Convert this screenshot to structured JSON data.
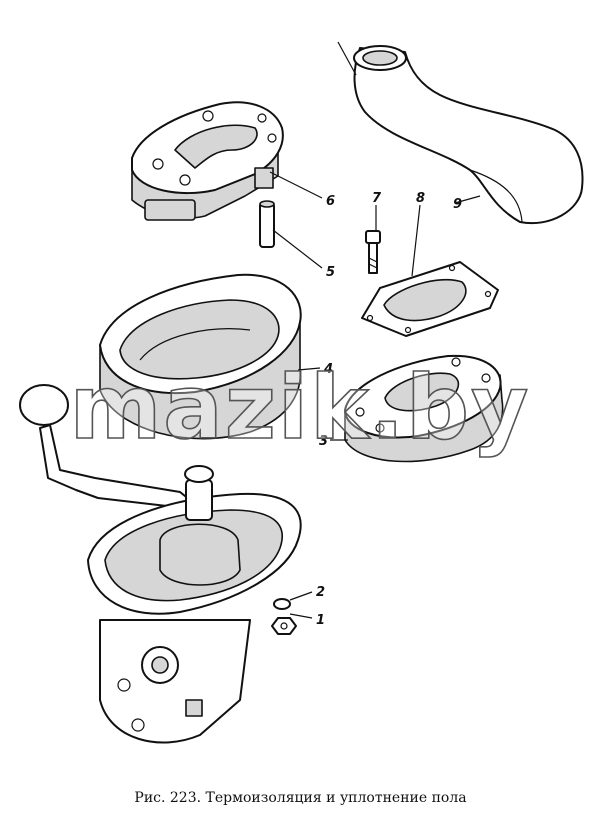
{
  "callouts": [
    "1",
    "2",
    "3",
    "4",
    "5",
    "6",
    "7",
    "8",
    "9"
  ],
  "watermark": "mazik.by",
  "caption": "Рис. 223. Термоизоляция и уплотнение пола"
}
